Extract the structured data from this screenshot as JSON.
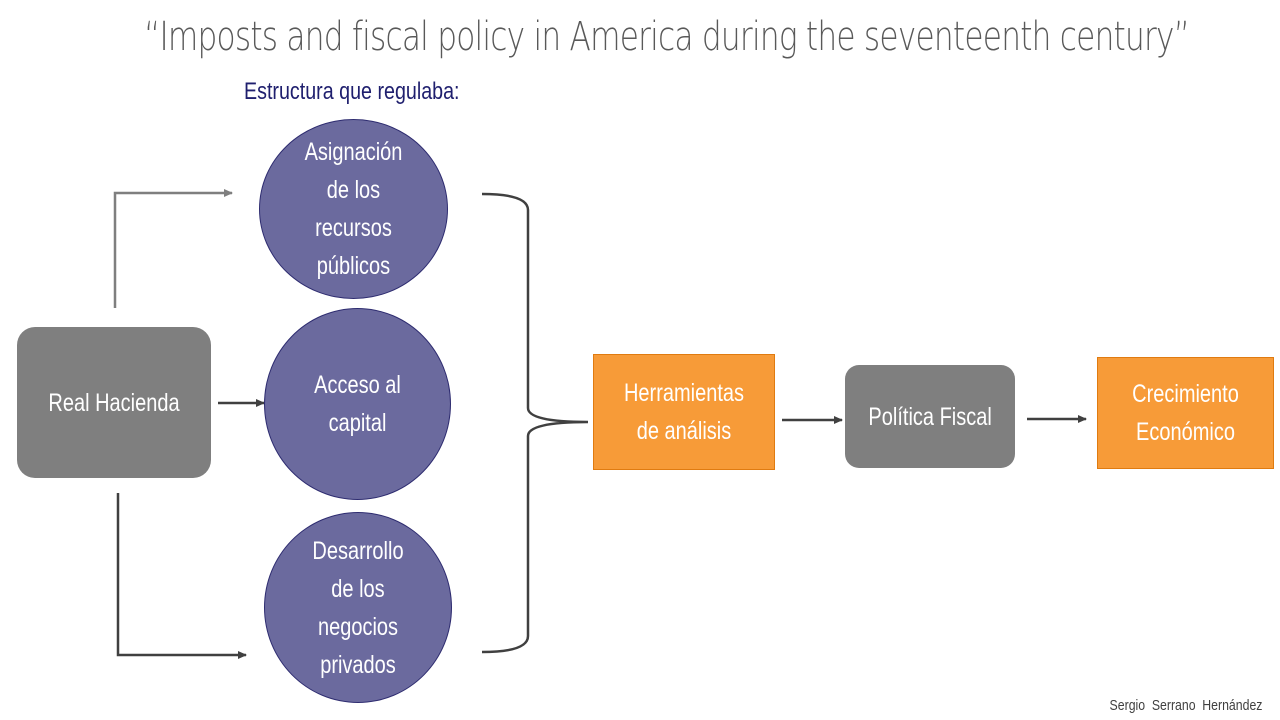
{
  "title": "“Imposts and fiscal policy in America during the seventeenth century”",
  "subtitle": "Estructura que regulaba:",
  "nodes": {
    "real_hacienda": "Real Hacienda",
    "asignacion": "Asignación de los recursos públicos",
    "acceso": "Acceso al capital",
    "desarrollo": "Desarrollo de los negocios privados",
    "herramientas": "Herramientas de análisis",
    "politica": "Política Fiscal",
    "crecimiento": "Crecimiento Económico"
  },
  "author": "Sergio Serrano Hernández",
  "colors": {
    "gray_box": "#7f7f7f",
    "circle_fill": "#6b6a9e",
    "circle_border": "#2e2c70",
    "orange_box": "#f79b38",
    "connector": "#404040",
    "subtitle": "#1f1f6e"
  }
}
